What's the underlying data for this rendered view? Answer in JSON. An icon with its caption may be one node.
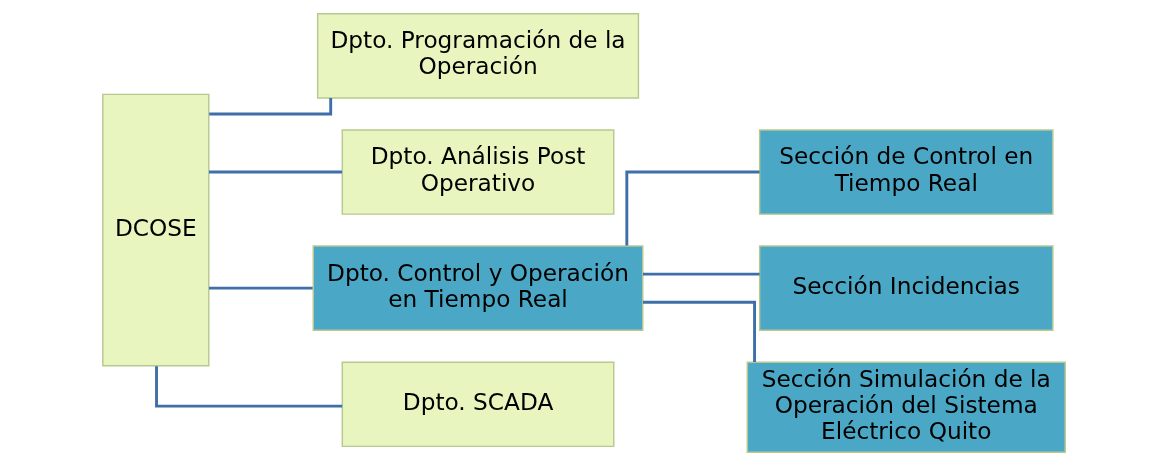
{
  "diagram": {
    "nodes": [
      {
        "text": [
          "DCOSE"
        ]
      },
      {
        "text": [
          "Dpto. Programación de la Operación"
        ]
      },
      {
        "text": [
          "Dpto. Análisis Post Operativo"
        ]
      },
      {
        "text": [
          "Dpto. Control y Operación en Tiempo Real"
        ]
      },
      {
        "text": [
          "Dpto. SCADA"
        ]
      },
      {
        "text": [
          "Sección de Control en Tiempo Real"
        ]
      },
      {
        "text": [
          "Sección Incidencias"
        ]
      },
      {
        "text": [
          "Sección Simulación de la Operación del Sistema Eléctrico Quito"
        ]
      }
    ],
    "edges": [
      {
        "from": 0,
        "to": 1,
        "arrow": "none"
      },
      {
        "from": 0,
        "to": 2,
        "arrow": "none"
      },
      {
        "from": 0,
        "to": 3,
        "arrow": "none"
      },
      {
        "from": 0,
        "to": 4,
        "arrow": "none"
      },
      {
        "from": 3,
        "to": 5,
        "arrow": "none"
      },
      {
        "from": 3,
        "to": 6,
        "arrow": "none"
      },
      {
        "from": 3,
        "to": 7,
        "arrow": "none"
      }
    ]
  }
}
